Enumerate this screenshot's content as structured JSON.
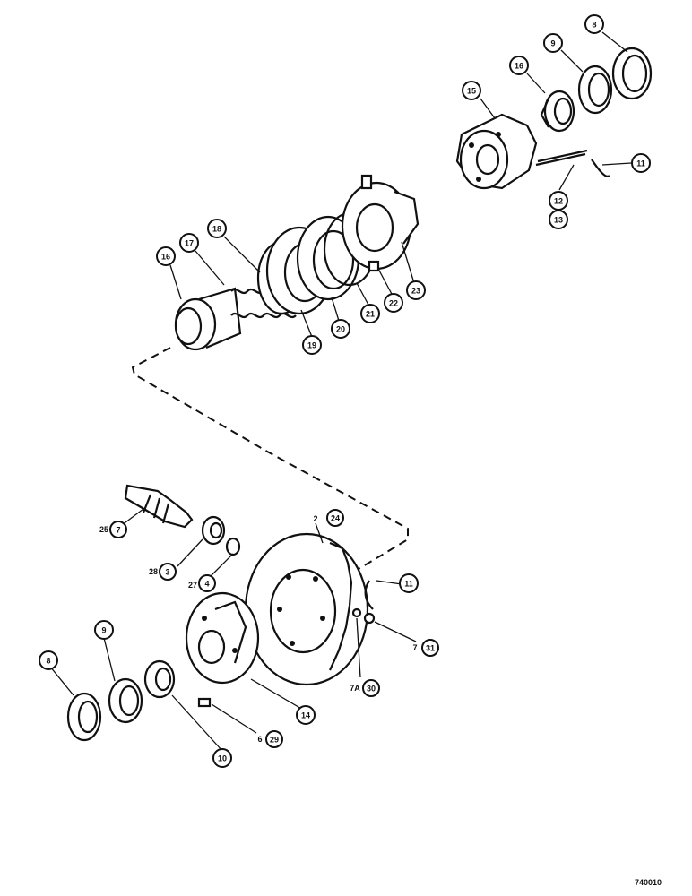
{
  "drawing_code": "740010",
  "callouts": {
    "c8a": "8",
    "c9a": "9",
    "c16a": "16",
    "c15": "15",
    "c11a": "11",
    "c12": "12",
    "c13": "13",
    "c16b": "16",
    "c17": "17",
    "c18a": "18",
    "c19": "19",
    "c20": "20",
    "c21": "21",
    "c22": "22",
    "c23": "23",
    "c7a": "7",
    "c24": "24",
    "c3": "3",
    "c4": "4",
    "c11b": "11",
    "c31": "31",
    "c30": "30",
    "c29": "29",
    "c9b": "9",
    "c8b": "8",
    "c10": "10",
    "c14": "14"
  },
  "free_labels": {
    "l2": "2",
    "l25": "25",
    "l28": "28",
    "l27": "27",
    "l7b": "7",
    "l7a": "7A",
    "l6": "6"
  }
}
